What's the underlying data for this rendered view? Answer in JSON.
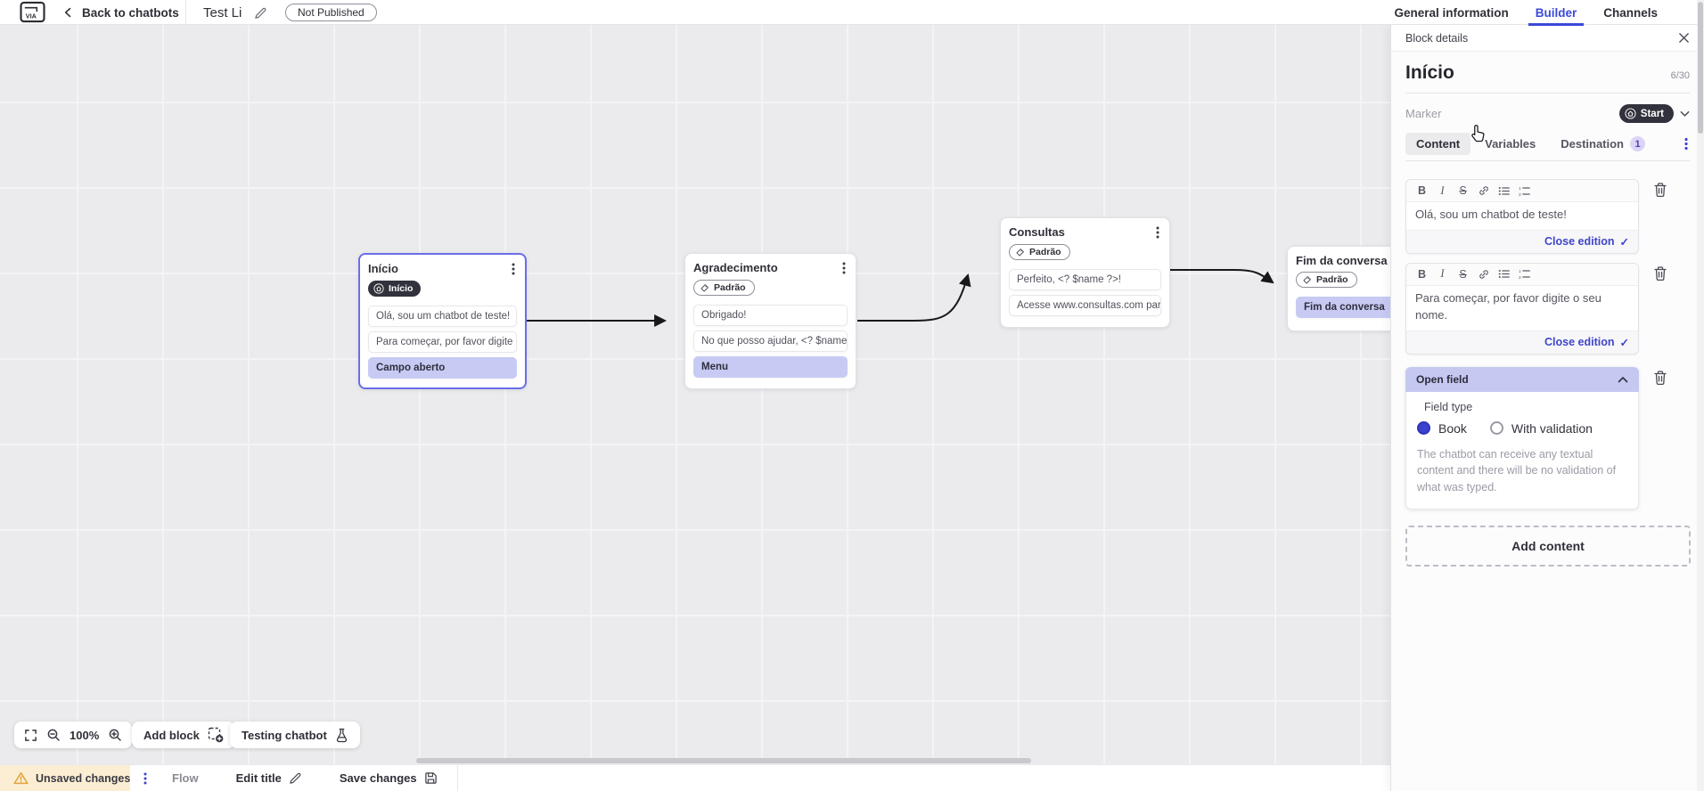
{
  "topbar": {
    "back_label": "Back to chatbots",
    "title": "Test Li",
    "status_badge": "Not Published",
    "tabs": [
      {
        "label": "General information"
      },
      {
        "label": "Builder"
      },
      {
        "label": "Channels"
      }
    ]
  },
  "canvas": {
    "blocks": [
      {
        "title": "Início",
        "badge": "Início",
        "items": [
          "Olá, sou um chatbot de teste!",
          "Para começar, por favor digite o ...",
          "Campo aberto"
        ]
      },
      {
        "title": "Agradecimento",
        "badge": "Padrão",
        "items": [
          "Obrigado!",
          "No que posso ajudar, <? $name ...",
          "Menu"
        ]
      },
      {
        "title": "Consultas",
        "badge": "Padrão",
        "items": [
          "Perfeito, <? $name ?>!",
          "Acesse www.consultas.com par..."
        ]
      },
      {
        "title": "Fim da conversa",
        "badge": "Padrão",
        "items": [
          "Fim da conversa"
        ]
      }
    ],
    "controls": {
      "zoom_level": "100%",
      "add_block": "Add block",
      "testing_chatbot": "Testing chatbot"
    }
  },
  "panel": {
    "header": "Block details",
    "name": "Início",
    "name_counter": "6/30",
    "marker_label": "Marker",
    "marker_value": "Start",
    "tabs": [
      {
        "label": "Content"
      },
      {
        "label": "Variables"
      },
      {
        "label": "Destination",
        "badge": "1"
      }
    ],
    "editors": [
      {
        "text": "Olá, sou um chatbot de teste!",
        "close_label": "Close edition",
        "check": "✓"
      },
      {
        "text": "Para começar, por favor digite o seu nome.",
        "close_label": "Close edition",
        "check": "✓"
      }
    ],
    "open_field": {
      "title": "Open field",
      "field_type_label": "Field type",
      "option_1": "Book",
      "option_2": "With validation",
      "help_text": "The chatbot can receive any textual content and there will be no validation of what was typed."
    },
    "add_content": "Add content"
  },
  "bottombar": {
    "unsaved_changes": "Unsaved changes",
    "flow": "Flow",
    "edit_title": "Edit title",
    "save_changes": "Save changes"
  },
  "colors": {
    "accent_blue": "#3b49d8",
    "indigo": "#3a41cf",
    "dark_pill": "#32323d",
    "highlight_purple": "#c7cbf3",
    "open_field_header": "#c5c8f1",
    "warning_bg": "#fbeed3",
    "warning_icon": "#e2a33d",
    "close_edition_blue": "#3f46c8"
  }
}
